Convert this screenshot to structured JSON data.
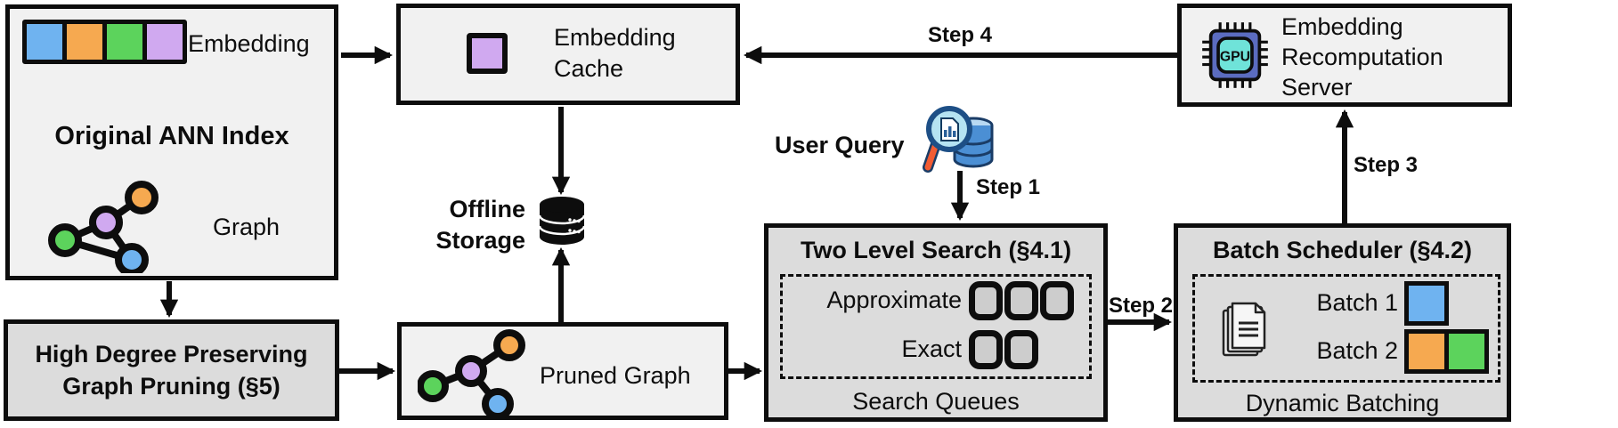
{
  "colors": {
    "blue": "#6fb3f0",
    "orange": "#f6a950",
    "green": "#5cd35c",
    "purple": "#d0a9f0",
    "slot_gray": "#cdcdcd",
    "panel_light": "#f1f1f1",
    "panel_dark": "#dcdcdc",
    "db_blue": "#4b8fd4",
    "db_light": "#b8d9f2",
    "lens_fill": "#b5e3f2",
    "lens_rim": "#1d4f86",
    "handle_orange": "#f25c33",
    "gpu_body": "#5b6cc0",
    "gpu_core": "#6fe3d9"
  },
  "ann_index": {
    "embedding_label": "Embedding",
    "title": "Original ANN Index",
    "graph_label": "Graph"
  },
  "embedding_cache": {
    "label": "Embedding Cache"
  },
  "offline_storage": {
    "label": "Offline Storage"
  },
  "user_query": {
    "label": "User Query"
  },
  "steps": {
    "step1": "Step 1",
    "step2": "Step 2",
    "step3": "Step 3",
    "step4": "Step 4"
  },
  "two_level_search": {
    "title": "Two Level Search (§4.1)",
    "approximate_label": "Approximate",
    "exact_label": "Exact",
    "caption": "Search Queues"
  },
  "batch_scheduler": {
    "title": "Batch Scheduler (§4.2)",
    "batch1_label": "Batch 1",
    "batch2_label": "Batch 2",
    "caption": "Dynamic Batching"
  },
  "recomputation_server": {
    "label": "Embedding Recomputation Server",
    "gpu_label": "GPU"
  },
  "graph_pruning": {
    "title": "High Degree Preserving Graph Pruning (§5)"
  },
  "pruned_graph": {
    "label": "Pruned Graph"
  }
}
